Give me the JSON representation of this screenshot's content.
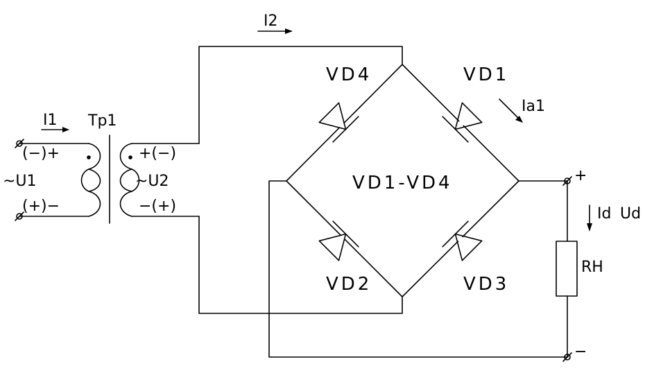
{
  "labels": {
    "transformer": "Tp1",
    "current_i1": "I1",
    "current_i2": "I2",
    "voltage_u1": "~U1",
    "voltage_u2": "~U2",
    "primary_top_polarity": "(−)+",
    "primary_bottom_polarity": "(+)−",
    "secondary_top_polarity": "+(−)",
    "secondary_bottom_polarity": "−(+)",
    "diode_vd1": "VD1",
    "diode_vd2": "VD2",
    "diode_vd3": "VD3",
    "diode_vd4": "VD4",
    "bridge": "VD1-VD4",
    "diode_current": "Ia1",
    "load_current": "Id",
    "load_voltage": "Ud",
    "load_resistor": "RH",
    "output_plus": "+",
    "output_minus": "−"
  }
}
